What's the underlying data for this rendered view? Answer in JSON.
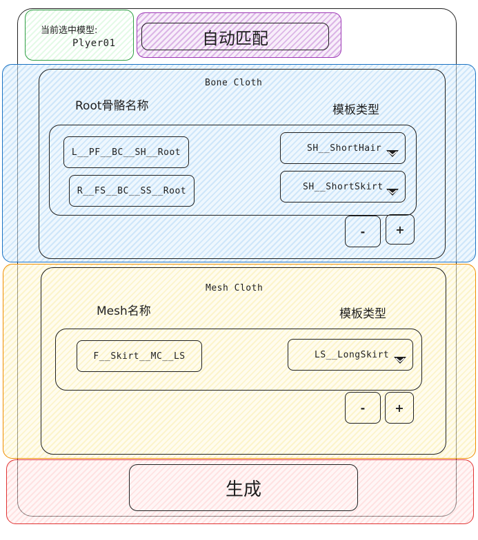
{
  "header": {
    "current_model_label": "当前选中模型:",
    "current_model_value": "Plyer01",
    "auto_match_button": "自动匹配"
  },
  "bone_cloth": {
    "title": "Bone Cloth",
    "root_column_label": "Root骨骼名称",
    "template_column_label": "模板类型",
    "rows": [
      {
        "root": "L__PF__BC__SH__Root",
        "template": "SH__ShortHair"
      },
      {
        "root": "R__FS__BC__SS__Root",
        "template": "SH__ShortSkirt"
      }
    ],
    "remove_label": "-",
    "add_label": "+"
  },
  "mesh_cloth": {
    "title": "Mesh Cloth",
    "mesh_column_label": "Mesh名称",
    "template_column_label": "模板类型",
    "rows": [
      {
        "mesh": "F__Skirt__MC__LS",
        "template": "LS__LongSkirt"
      }
    ],
    "remove_label": "-",
    "add_label": "+"
  },
  "footer": {
    "generate_button": "生成"
  },
  "icons": {
    "dropdown": "chevron-down-icon"
  },
  "colors": {
    "outline": "#1e1e1e",
    "green": "#2f9e44",
    "purple": "#9c36b5",
    "blue": "#1971c2",
    "orange": "#f08c00",
    "red": "#e03131"
  }
}
